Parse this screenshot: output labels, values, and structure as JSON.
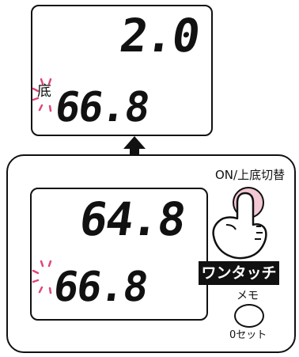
{
  "top_display": {
    "upper_value": "2.0",
    "lower_value": "66.8",
    "bottom_mode_label": "底"
  },
  "device": {
    "display": {
      "upper_value": "64.8",
      "lower_value": "66.8"
    },
    "on_button_label": "ON/上底切替",
    "one_touch_label": "ワンタッチ",
    "memo_label": "メモ",
    "zero_set_label": "0セット"
  },
  "colors": {
    "blink": "#e0457f",
    "button_highlight": "#f3c7d3",
    "badge_bg": "#111111"
  },
  "icons": {
    "transition_arrow": "double-headed-vertical-arrow",
    "pressing_hand": "pointing-finger-hand"
  }
}
